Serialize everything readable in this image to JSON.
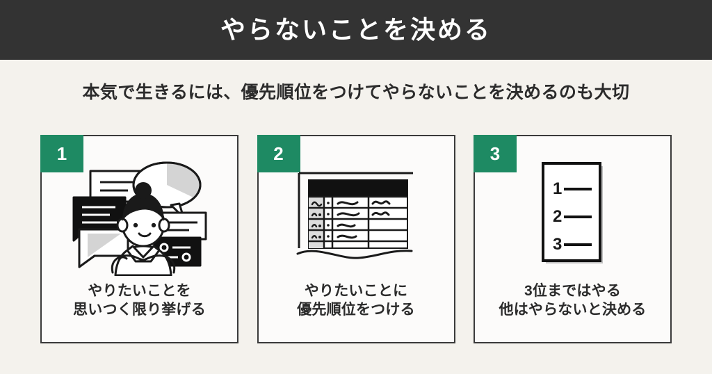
{
  "header": {
    "title": "やらないことを決める"
  },
  "subtitle": {
    "text": "本気で生きるには、優先順位をつけてやらないことを決めるのも大切"
  },
  "colors": {
    "header_background": "#333333",
    "page_background": "#f4f2ed",
    "badge_green": "#1e8a63",
    "card_background": "#fcfbfa",
    "card_border": "#3a3a3a",
    "text_dark": "#2b2b2b",
    "text_light": "#ffffff"
  },
  "cards": [
    {
      "badge": "1",
      "icon": "person-with-speech-bubbles-icon",
      "caption_line1": "やりたいことを",
      "caption_line2": "思いつく限り挙げる"
    },
    {
      "badge": "2",
      "icon": "spreadsheet-table-icon",
      "caption_line1": "やりたいことに",
      "caption_line2": "優先順位をつける"
    },
    {
      "badge": "3",
      "icon": "numbered-list-document-icon",
      "caption_line1": "3位まではやる",
      "caption_line2": "他はやらないと決める",
      "list_items": [
        "1",
        "2",
        "3"
      ]
    }
  ]
}
